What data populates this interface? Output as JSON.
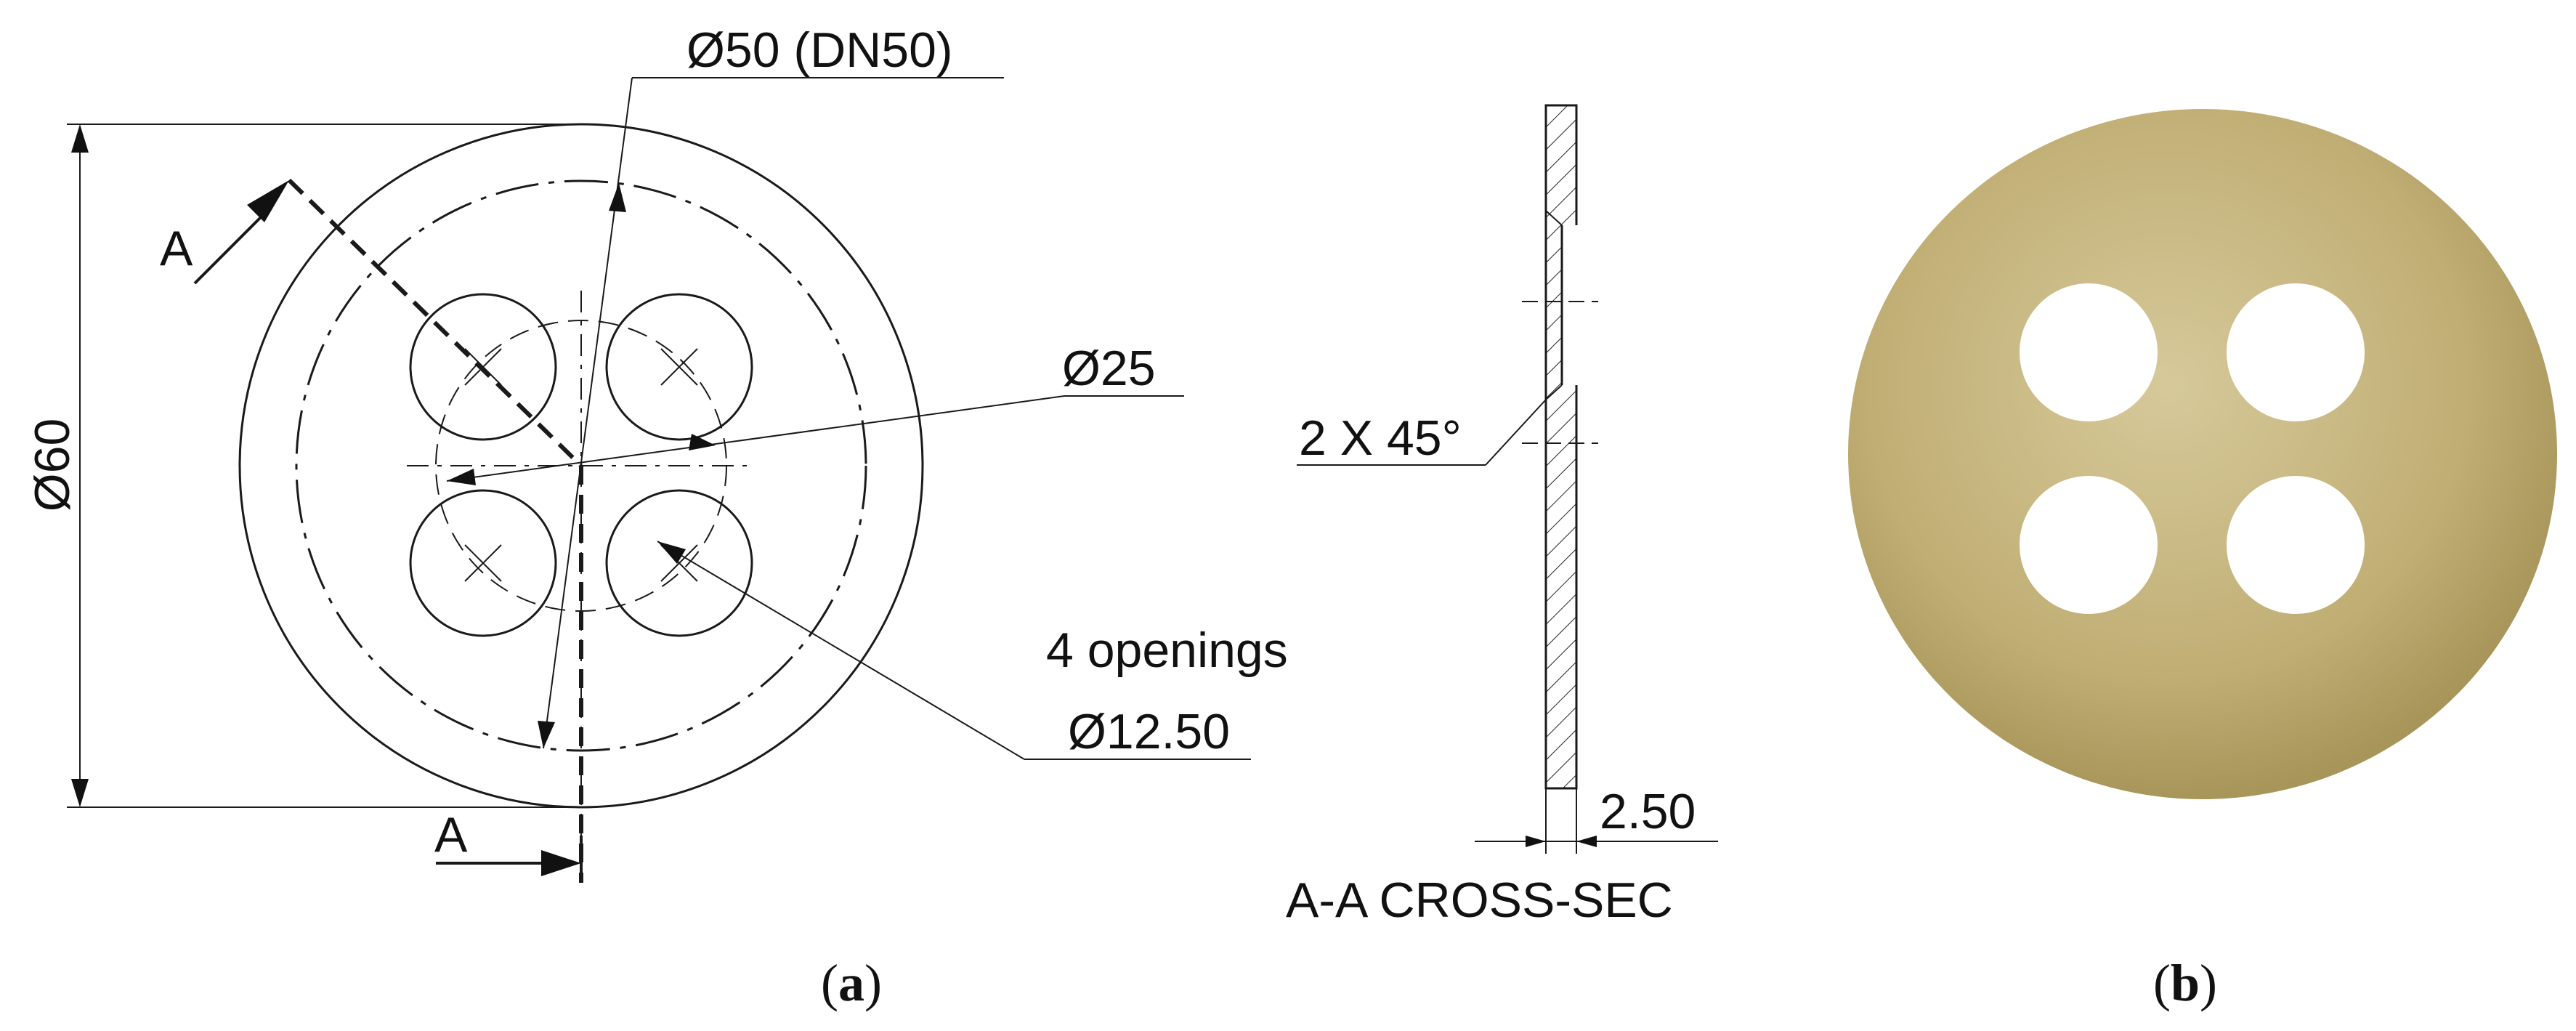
{
  "drawing": {
    "label_dn50": "Ø50 (DN50)",
    "label_d60": "Ø60",
    "label_d25": "Ø25",
    "label_openings": "4 openings",
    "label_d1250": "Ø12.50",
    "label_section_a_top": "A",
    "label_section_a_bottom": "A"
  },
  "cross_section": {
    "label_chamfer": "2 X 45°",
    "label_thickness": "2.50",
    "title": "A-A CROSS-SEC"
  },
  "photo": {
    "disc_color": "#c2b27a",
    "hole_color": "#ffffff"
  },
  "captions": {
    "a_open": "(",
    "a_letter": "a",
    "a_close": ")",
    "b_open": "(",
    "b_letter": "b",
    "b_close": ")"
  }
}
